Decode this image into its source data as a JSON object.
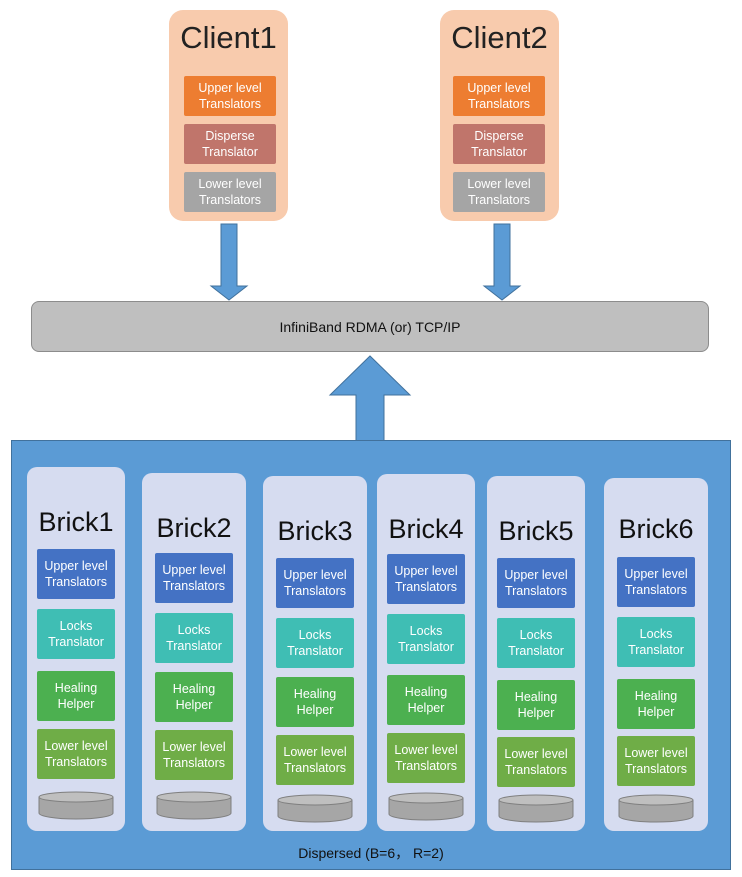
{
  "clients": [
    {
      "title": "Client1",
      "upper": [
        "Upper level",
        "Translators"
      ],
      "disperse": [
        "Disperse",
        "Translator"
      ],
      "lower": [
        "Lower level",
        "Translators"
      ]
    },
    {
      "title": "Client2",
      "upper": [
        "Upper level",
        "Translators"
      ],
      "disperse": [
        "Disperse",
        "Translator"
      ],
      "lower": [
        "Lower level",
        "Translators"
      ]
    }
  ],
  "network": {
    "label": "InfiniBand RDMA (or) TCP/IP"
  },
  "cluster": {
    "label": "Dispersed (B=6， R=2)"
  },
  "bricks": [
    {
      "title": "Brick1",
      "upper": [
        "Upper level",
        "Translators"
      ],
      "locks": [
        "Locks",
        "Translator"
      ],
      "healing": [
        "Healing",
        "Helper"
      ],
      "lower": [
        "Lower level",
        "Translators"
      ]
    },
    {
      "title": "Brick2",
      "upper": [
        "Upper level",
        "Translators"
      ],
      "locks": [
        "Locks",
        "Translator"
      ],
      "healing": [
        "Healing",
        "Helper"
      ],
      "lower": [
        "Lower level",
        "Translators"
      ]
    },
    {
      "title": "Brick3",
      "upper": [
        "Upper level",
        "Translators"
      ],
      "locks": [
        "Locks",
        "Translator"
      ],
      "healing": [
        "Healing",
        "Helper"
      ],
      "lower": [
        "Lower level",
        "Translators"
      ]
    },
    {
      "title": "Brick4",
      "upper": [
        "Upper level",
        "Translators"
      ],
      "locks": [
        "Locks",
        "Translator"
      ],
      "healing": [
        "Healing",
        "Helper"
      ],
      "lower": [
        "Lower level",
        "Translators"
      ]
    },
    {
      "title": "Brick5",
      "upper": [
        "Upper level",
        "Translators"
      ],
      "locks": [
        "Locks",
        "Translator"
      ],
      "healing": [
        "Healing",
        "Helper"
      ],
      "lower": [
        "Lower level",
        "Translators"
      ]
    },
    {
      "title": "Brick6",
      "upper": [
        "Upper level",
        "Translators"
      ],
      "locks": [
        "Locks",
        "Translator"
      ],
      "healing": [
        "Healing",
        "Helper"
      ],
      "lower": [
        "Lower level",
        "Translators"
      ]
    }
  ]
}
